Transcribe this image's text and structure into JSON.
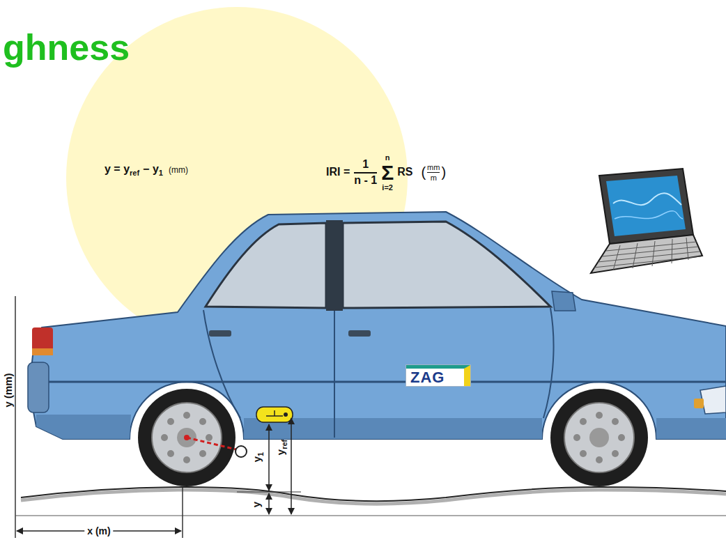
{
  "diagram": {
    "title": "ghness",
    "nodes": [
      {
        "text": [
          "ZAG"
        ]
      }
    ],
    "labels": [
      "y = y",
      "ref",
      "− y",
      "1",
      "(mm)",
      "IRI =",
      "1",
      "n - 1",
      "n",
      "Σ",
      "i=2",
      "RS",
      "(",
      "mm",
      "m",
      ")",
      "y (mm)",
      "x (m)",
      "y",
      "1",
      "y",
      "ref",
      "y"
    ]
  }
}
